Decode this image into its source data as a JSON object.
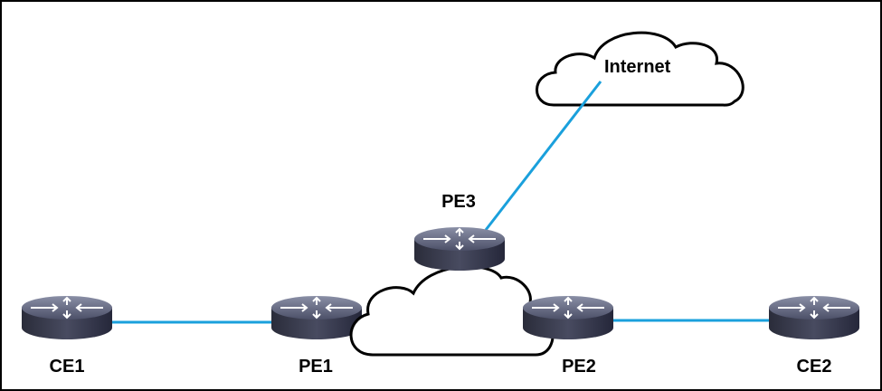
{
  "nodes": [
    {
      "id": "CE1",
      "label": "CE1",
      "type": "router-icon"
    },
    {
      "id": "PE1",
      "label": "PE1",
      "type": "router-icon"
    },
    {
      "id": "PE3",
      "label": "PE3",
      "type": "router-icon"
    },
    {
      "id": "PE2",
      "label": "PE2",
      "type": "router-icon"
    },
    {
      "id": "CE2",
      "label": "CE2",
      "type": "router-icon"
    }
  ],
  "clouds": [
    {
      "id": "internet",
      "label": "Internet",
      "type": "cloud-icon"
    },
    {
      "id": "core",
      "label": "",
      "type": "cloud-icon"
    }
  ],
  "links": [
    {
      "from": "CE1",
      "to": "PE1"
    },
    {
      "from": "PE2",
      "to": "CE2"
    },
    {
      "from": "PE3",
      "to": "internet"
    }
  ],
  "colors": {
    "link": "#1aa0dc",
    "router_top": "#5d6279",
    "router_body": "#2b2d3d",
    "outline": "#000000"
  }
}
